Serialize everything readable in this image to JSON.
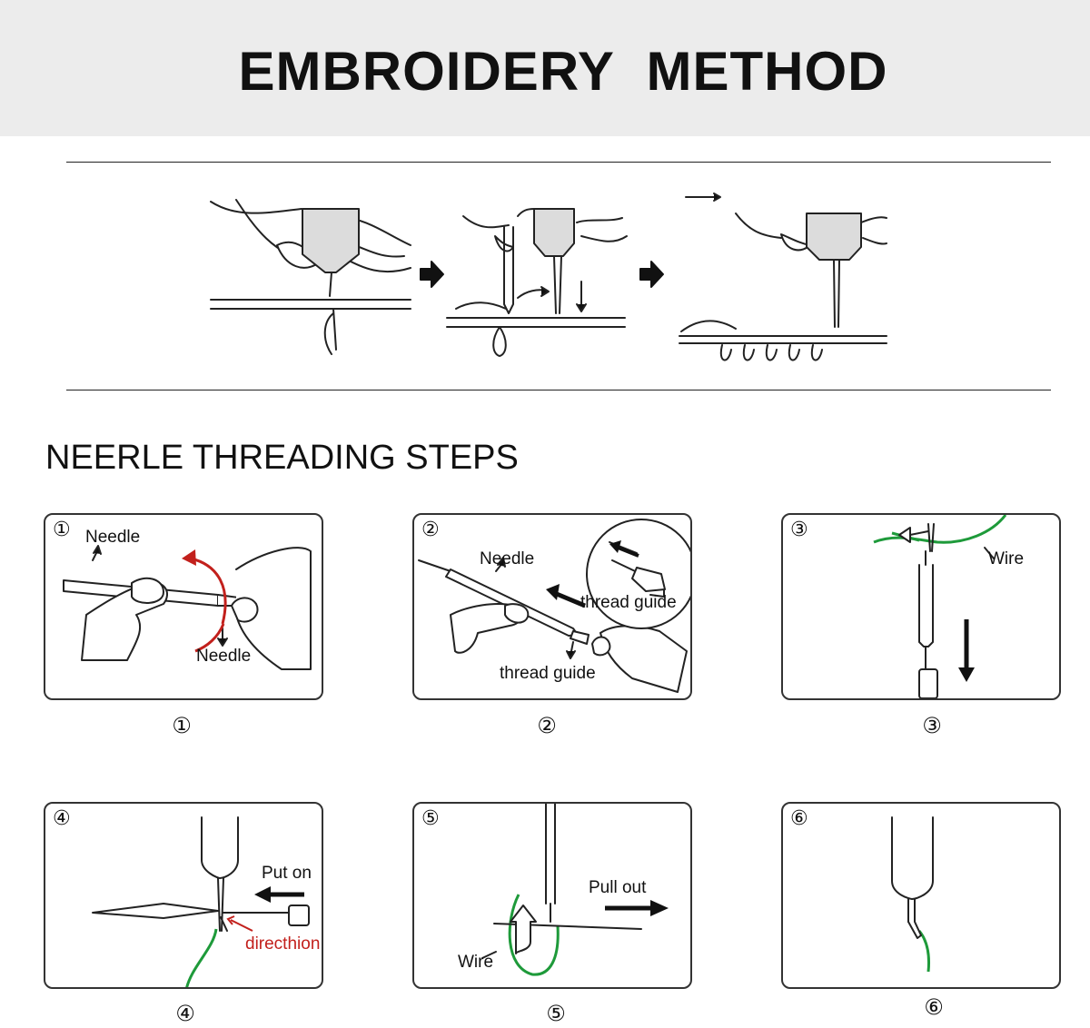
{
  "header": {
    "title": "EMBROIDERY  METHOD"
  },
  "section": {
    "title": "NEERLE THREADING STEPS"
  },
  "steps": [
    {
      "badge": "①",
      "caption": "①",
      "labels": {
        "needle_top": "Needle",
        "needle_bottom": "Needle"
      }
    },
    {
      "badge": "②",
      "caption": "②",
      "labels": {
        "needle": "Needle",
        "thread_guide_top": "thread guide",
        "thread_guide_bottom": "thread guide"
      }
    },
    {
      "badge": "③",
      "caption": "③",
      "labels": {
        "wire": "Wire"
      }
    },
    {
      "badge": "④",
      "caption": "④",
      "labels": {
        "put_on": "Put on",
        "direction": "directhion"
      }
    },
    {
      "badge": "⑤",
      "caption": "⑤",
      "labels": {
        "pull_out": "Pull out",
        "wire": "Wire"
      }
    },
    {
      "badge": "⑥",
      "caption": "⑥",
      "labels": {}
    }
  ],
  "colors": {
    "header_bg": "#ececec",
    "thread_green": "#1e9a3a",
    "arrow_red": "#c2201c",
    "tool_gray": "#dcdcdc"
  }
}
